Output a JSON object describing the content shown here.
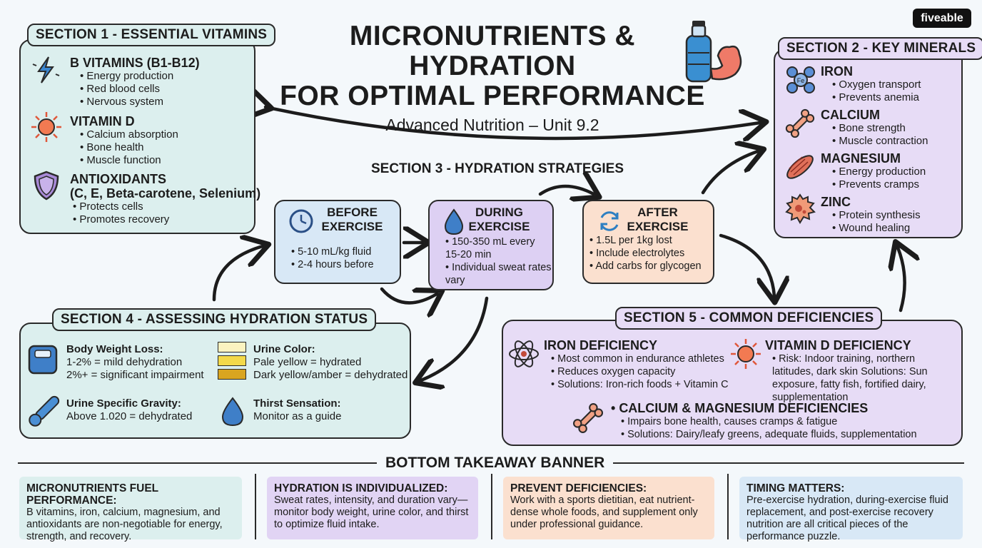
{
  "header": {
    "title_line1": "MICRONUTRIENTS & HYDRATION",
    "title_line2": "FOR OPTIMAL PERFORMANCE",
    "subtitle": "Advanced Nutrition – Unit 9.2",
    "brand": "fiveable"
  },
  "section1": {
    "tag": "SECTION 1 - ESSENTIAL VITAMINS",
    "groups": [
      {
        "title": "B VITAMINS (B1-B12)",
        "items": [
          "Energy production",
          "Red blood cells",
          "Nervous system"
        ],
        "icon": "lightning-icon"
      },
      {
        "title": "VITAMIN D",
        "items": [
          "Calcium absorption",
          "Bone health",
          "Muscle function"
        ],
        "icon": "sun-icon"
      },
      {
        "title": "ANTIOXIDANTS",
        "subtitle": "(C, E, Beta-carotene, Selenium)",
        "items": [
          "Protects cells",
          "Promotes recovery"
        ],
        "icon": "shield-icon"
      }
    ]
  },
  "section2": {
    "tag": "SECTION 2 - KEY MINERALS",
    "groups": [
      {
        "title": "IRON",
        "items": [
          "Oxygen transport",
          "Prevents anemia"
        ],
        "icon": "iron-molecule-icon",
        "icon_label": "Fe"
      },
      {
        "title": "CALCIUM",
        "items": [
          "Bone strength",
          "Muscle contraction"
        ],
        "icon": "bone-icon"
      },
      {
        "title": "MAGNESIUM",
        "items": [
          "Energy production",
          "Prevents cramps"
        ],
        "icon": "muscle-fiber-icon"
      },
      {
        "title": "ZINC",
        "items": [
          "Protein synthesis",
          "Wound healing"
        ],
        "icon": "cell-icon"
      }
    ]
  },
  "section3": {
    "tag": "SECTION 3 - HYDRATION STRATEGIES",
    "before": {
      "title_line1": "BEFORE",
      "title_line2": "EXERCISE",
      "items": [
        "5-10 mL/kg fluid",
        "2-4 hours before"
      ]
    },
    "during": {
      "title_line1": "DURING",
      "title_line2": "EXERCISE",
      "items": [
        "150-350 mL every 15-20 min",
        "Individual sweat rates vary"
      ]
    },
    "after": {
      "title_line1": "AFTER",
      "title_line2": "EXERCISE",
      "items": [
        "1.5L per 1kg lost",
        "Include electrolytes",
        "Add carbs for glycogen"
      ]
    }
  },
  "section4": {
    "tag": "SECTION 4 - ASSESSING HYDRATION STATUS",
    "weight": {
      "title": "Body Weight Loss:",
      "lines": [
        "1-2% = mild dehydration",
        "2%+ = significant impairment"
      ]
    },
    "urine_color": {
      "title": "Urine Color:",
      "lines": [
        "Pale yellow = hydrated",
        "Dark yellow/amber = dehydrated"
      ],
      "swatches": [
        "#fbf3c0",
        "#f3d94a",
        "#d9a520"
      ]
    },
    "gravity": {
      "title": "Urine Specific Gravity:",
      "lines": [
        "Above 1.020 = dehydrated"
      ]
    },
    "thirst": {
      "title": "Thirst Sensation:",
      "lines": [
        "Monitor as a guide"
      ]
    }
  },
  "section5": {
    "tag": "SECTION 5 - COMMON DEFICIENCIES",
    "iron": {
      "title": "IRON DEFICIENCY",
      "items": [
        "Most common in endurance athletes",
        "Reduces oxygen capacity",
        "Solutions: Iron-rich foods + Vitamin C"
      ]
    },
    "vitd": {
      "title": "VITAMIN D DEFICIENCY",
      "items": [
        "Risk: Indoor training, northern latitudes, dark skin Solutions: Sun exposure, fatty fish, fortified dairy, supplementation"
      ]
    },
    "camg": {
      "title": "CALCIUM & MAGNESIUM DEFICIENCIES",
      "items": [
        "Impairs bone health, causes cramps & fatigue",
        "Solutions: Dairy/leafy greens, adequate fluids, supplementation"
      ]
    }
  },
  "banner": {
    "title": "BOTTOM TAKEAWAY BANNER",
    "items": [
      {
        "title": "MICRONUTRIENTS FUEL PERFORMANCE:",
        "text": "B vitamins, iron, calcium, magnesium, and antioxidants are non-negotiable for energy, strength, and recovery."
      },
      {
        "title": "HYDRATION IS INDIVIDUALIZED:",
        "text": "Sweat rates, intensity, and duration vary—monitor body weight, urine color, and thirst to optimize fluid intake."
      },
      {
        "title": "PREVENT DEFICIENCIES:",
        "text": "Work with a sports dietitian, eat nutrient-dense whole foods, and supplement only under professional guidance."
      },
      {
        "title": "TIMING MATTERS:",
        "text": "Pre-exercise hydration, during-exercise fluid replacement, and post-exercise recovery nutrition are all critical pieces of the performance puzzle."
      }
    ]
  },
  "colors": {
    "teal": "#dcefee",
    "purple": "#e7dcf6",
    "blue": "#d8e8f6",
    "peach": "#fbe0cf",
    "dark": "#2a2a2a"
  }
}
